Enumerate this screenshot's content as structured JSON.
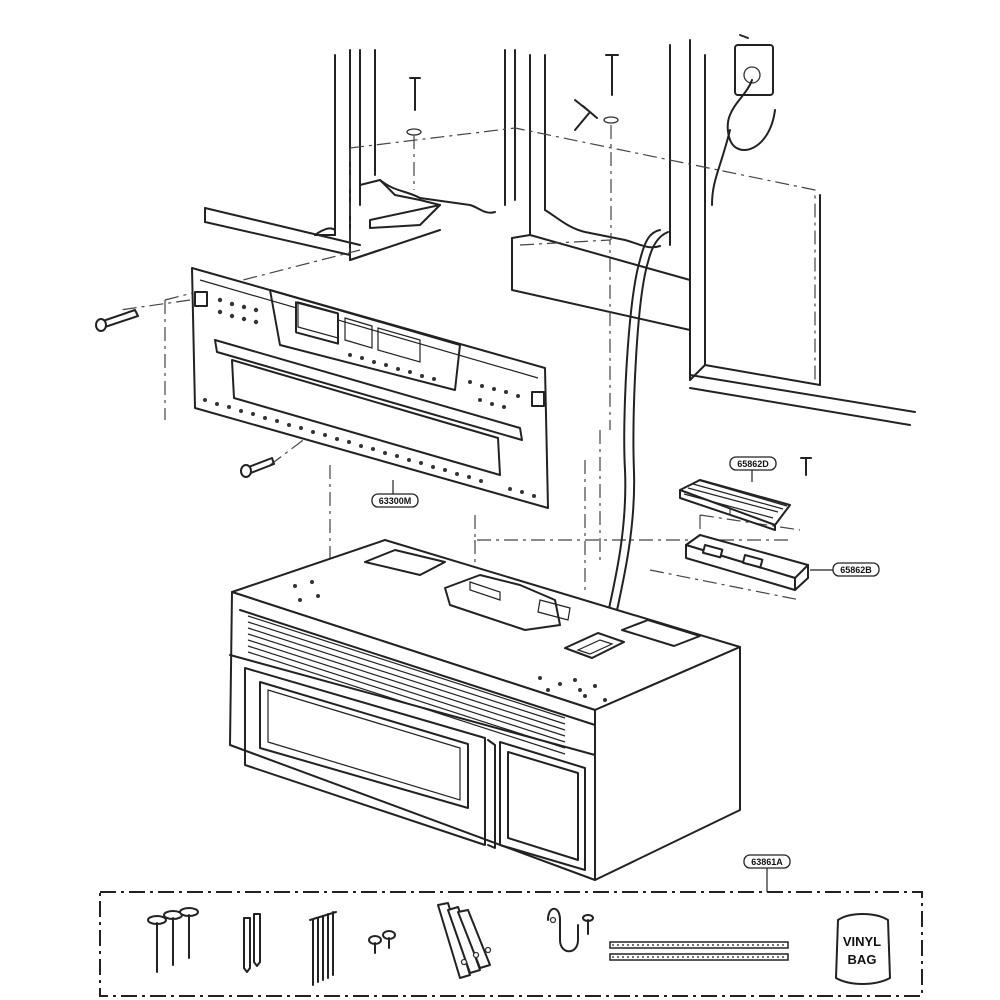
{
  "callouts": {
    "mounting_plate": "63300M",
    "top_cabinet_plate": "65862D",
    "damper_bracket": "65862B",
    "hardware_kit": "63861A"
  },
  "bag_label": {
    "line1": "VINYL",
    "line2": "BAG"
  },
  "colors": {
    "line": "#222222",
    "background": "#ffffff"
  }
}
